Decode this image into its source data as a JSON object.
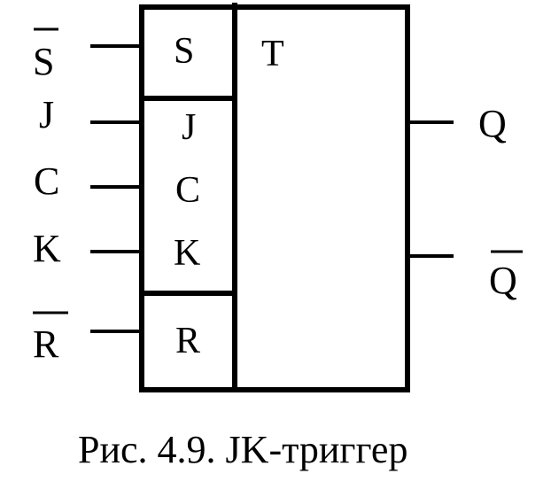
{
  "colors": {
    "stroke": "#000000",
    "background": "#ffffff"
  },
  "inputs": {
    "s_bar": "S",
    "j": "J",
    "c": "C",
    "k": "K",
    "r_bar": "R"
  },
  "block": {
    "title": "T",
    "s": "S",
    "j": "J",
    "c": "C",
    "k": "K",
    "r": "R"
  },
  "outputs": {
    "q": "Q",
    "q_bar": "Q"
  },
  "caption": "Рис. 4.9. JK-триггер"
}
